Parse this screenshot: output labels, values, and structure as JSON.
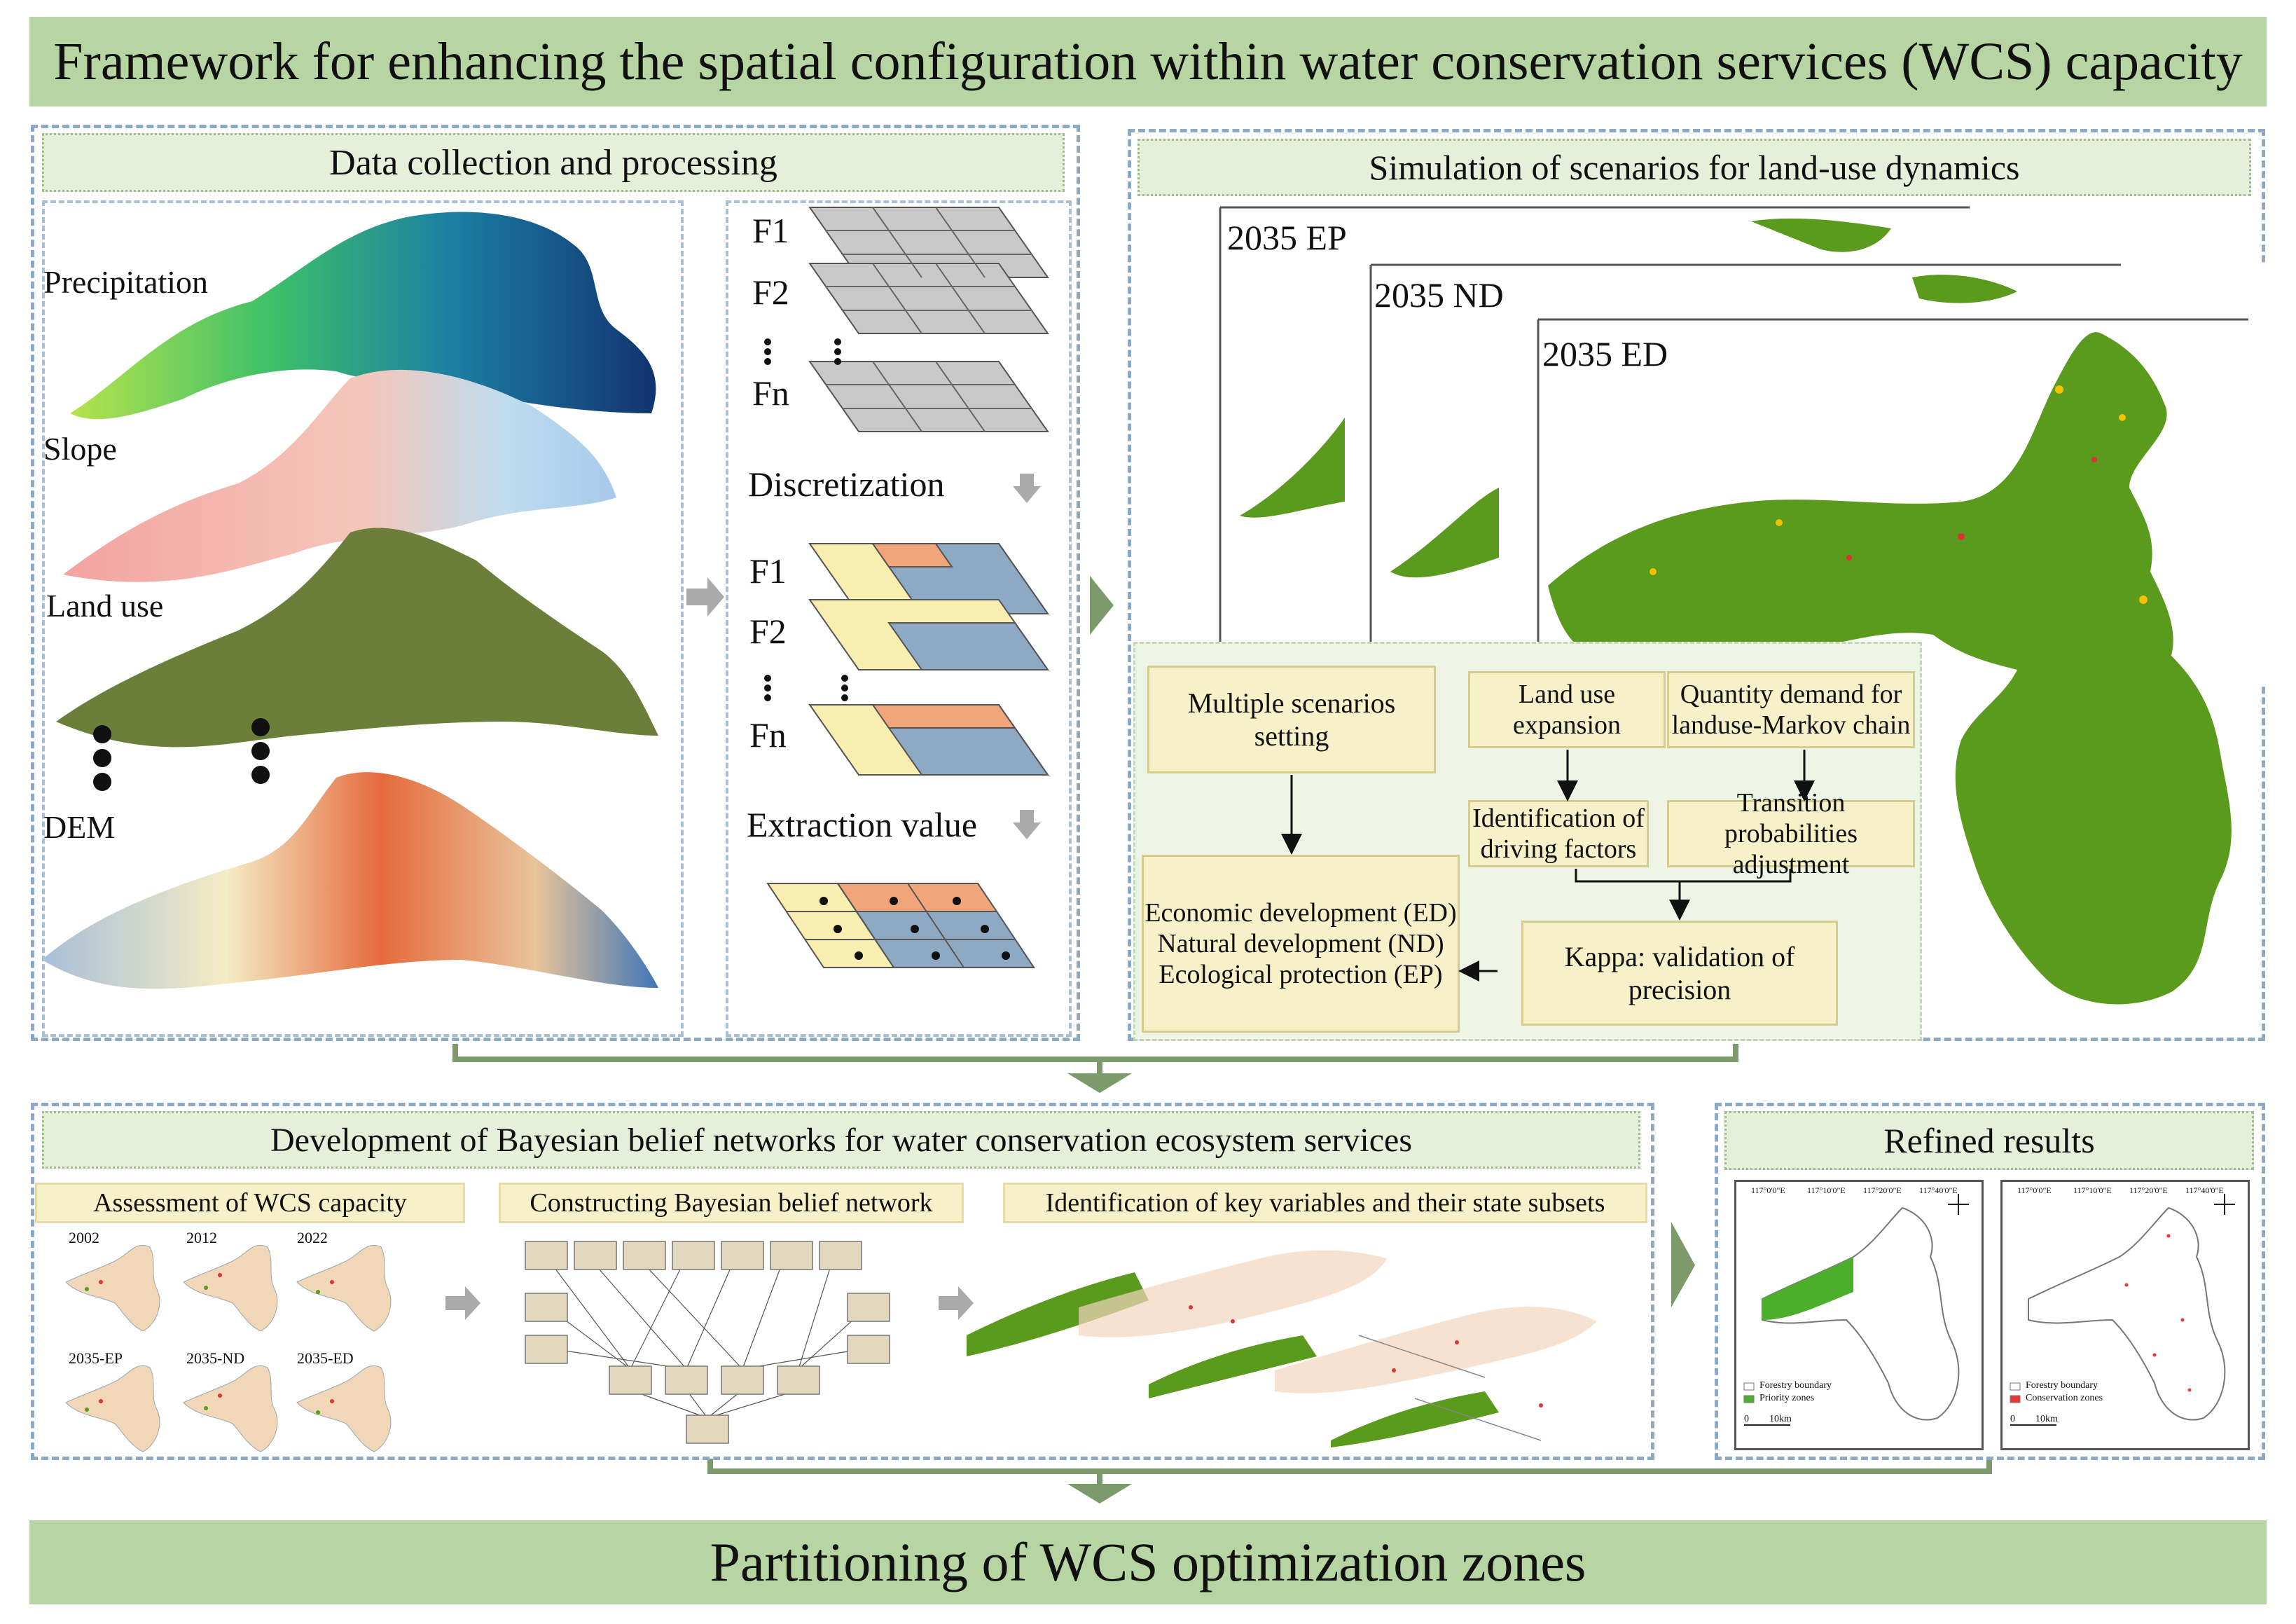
{
  "title": "Framework for enhancing the spatial configuration within water conservation services (WCS) capacity",
  "footer": "Partitioning of WCS optimization zones",
  "data_section": {
    "title": "Data collection and processing",
    "layers": [
      "Precipitation",
      "Slope",
      "Land use",
      "DEM"
    ],
    "factor_labels_top": [
      "F1",
      "F2",
      "Fn"
    ],
    "factor_labels_mid": [
      "F1",
      "F2",
      "Fn"
    ],
    "discretization": "Discretization",
    "extraction": "Extraction value"
  },
  "simulation_section": {
    "title": "Simulation of scenarios for land-use dynamics",
    "scenarios": [
      "2035 EP",
      "2035 ND",
      "2035 ED"
    ],
    "boxes": {
      "multiple": "Multiple scenarios setting",
      "expansion": "Land use expansion",
      "quantity": "Quantity demand for landuse-Markov chain",
      "driving": "Identification of driving factors",
      "transition": "Transition probabilities adjustment",
      "kappa": "Kappa: validation of precision",
      "scenario_list": [
        "Economic development (ED)",
        "Natural development (ND)",
        "Ecological protection (EP)"
      ]
    }
  },
  "bbn_section": {
    "title": "Development of Bayesian belief networks for water conservation ecosystem services",
    "sub1": "Assessment of WCS capacity",
    "sub2": "Constructing Bayesian belief network",
    "sub3": "Identification of key variables and their state subsets",
    "map_years": [
      "2002",
      "2012",
      "2022",
      "2035-EP",
      "2035-ND",
      "2035-ED"
    ]
  },
  "refined_section": {
    "title": "Refined results",
    "lon_ticks": [
      "117°0'0\"E",
      "117°10'0\"E",
      "117°20'0\"E",
      "117°40'0\"E"
    ],
    "map1_legend": [
      "Forestry boundary",
      "Priority zones"
    ],
    "map2_legend": [
      "Forestry boundary",
      "Conservation zones"
    ],
    "scale": [
      "0",
      "10km"
    ]
  },
  "colors": {
    "banner": "#b7d5a3",
    "section_bar": "#e6efd9",
    "box_fill": "#f6f1c9",
    "arrow": "#7d9a6c",
    "grid_orange": "#f0a57a",
    "grid_blue": "#8ea9c4",
    "grid_yellow": "#f7eeb0",
    "map_green": "#5a9a1c"
  }
}
